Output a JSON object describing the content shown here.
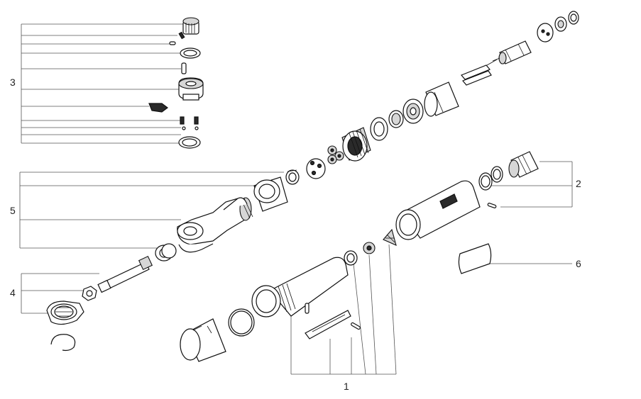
{
  "callouts": {
    "c1": "1",
    "c2": "2",
    "c3": "3",
    "c4": "4",
    "c5": "5",
    "c6": "6"
  },
  "colors": {
    "line": "#111111",
    "leader": "#555555",
    "shade": "#d6d6d6",
    "dark": "#2a2a2a"
  }
}
